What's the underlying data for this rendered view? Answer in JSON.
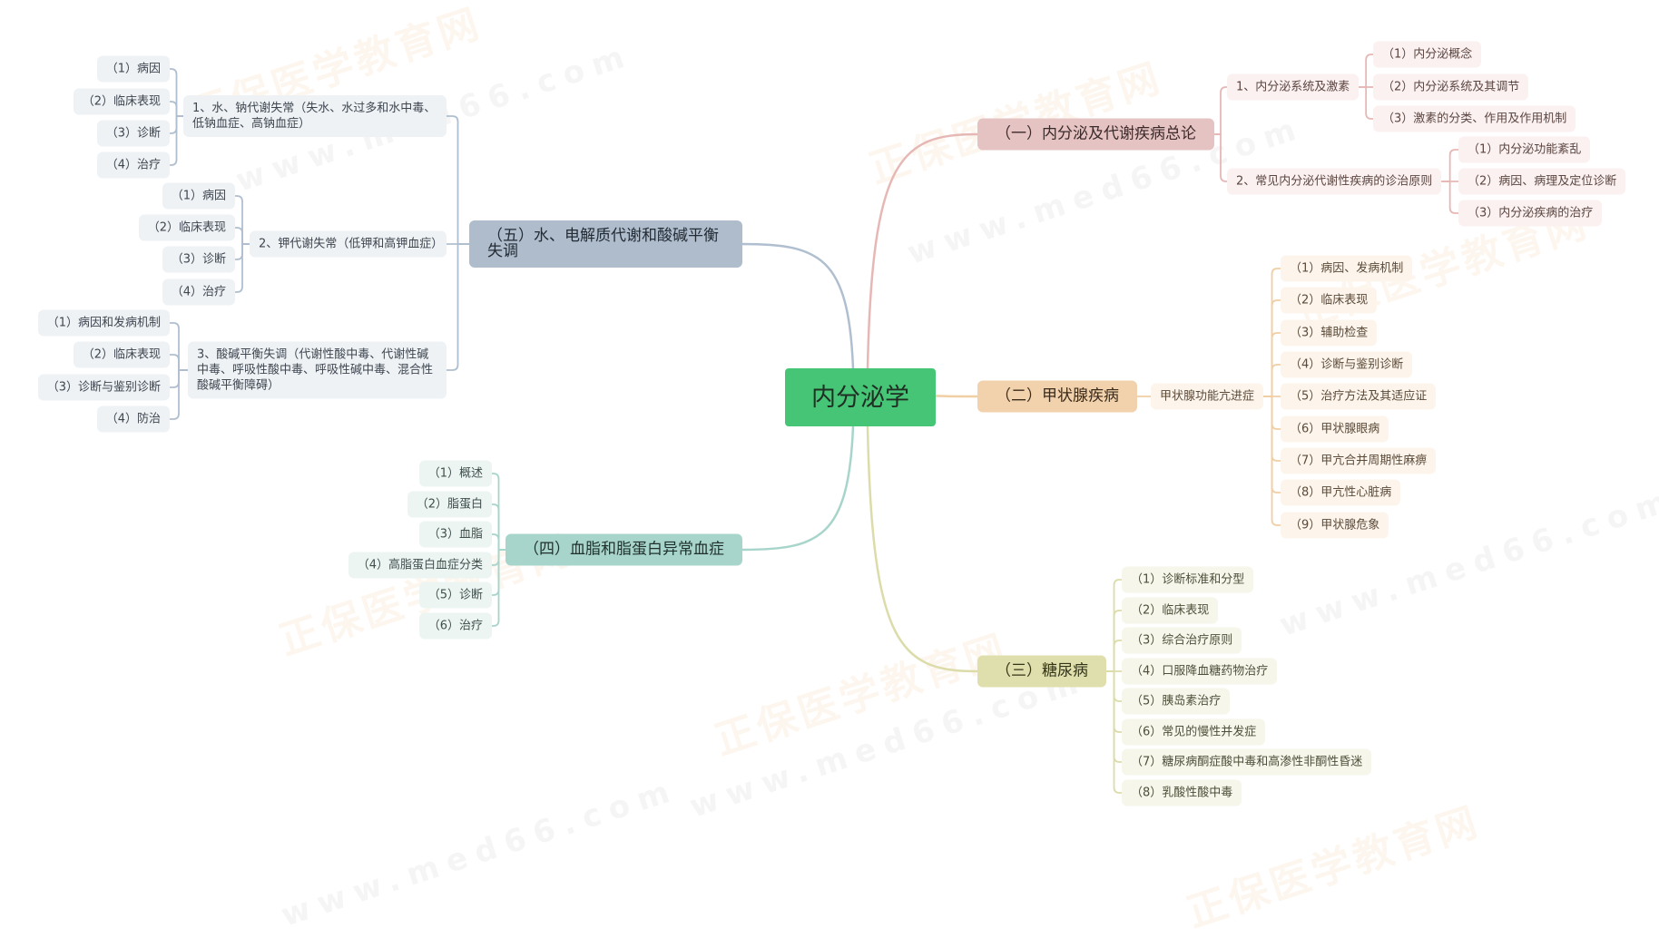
{
  "watermark": {
    "brand": "正保医学教育网",
    "url": "www.med66.com"
  },
  "root": "内分泌学",
  "b1": {
    "label": "（一）内分泌及代谢疾病总论",
    "color": "#e6c3c3",
    "s1": {
      "label": "1、内分泌系统及激素",
      "items": [
        "（1）内分泌概念",
        "（2）内分泌系统及其调节",
        "（3）激素的分类、作用及作用机制"
      ]
    },
    "s2": {
      "label": "2、常见内分泌代谢性疾病的诊治原则",
      "items": [
        "（1）内分泌功能紊乱",
        "（2）病因、病理及定位诊断",
        "（3）内分泌疾病的治疗"
      ]
    }
  },
  "b2": {
    "label": "（二）甲状腺疾病",
    "color": "#f2d2ac",
    "s1": {
      "label": "甲状腺功能亢进症",
      "items": [
        "（1）病因、发病机制",
        "（2）临床表现",
        "（3）辅助检查",
        "（4）诊断与鉴别诊断",
        "（5）治疗方法及其适应证",
        "（6）甲状腺眼病",
        "（7）甲亢合并周期性麻痹",
        "（8）甲亢性心脏病",
        "（9）甲状腺危象"
      ]
    }
  },
  "b3": {
    "label": "（三）糖尿病",
    "color": "#dfdfad",
    "items": [
      "（1）诊断标准和分型",
      "（2）临床表现",
      "（3）综合治疗原则",
      "（4）口服降血糖药物治疗",
      "（5）胰岛素治疗",
      "（6）常见的慢性并发症",
      "（7）糖尿病酮症酸中毒和高渗性非酮性昏迷",
      "（8）乳酸性酸中毒"
    ]
  },
  "b4": {
    "label": "（四）血脂和脂蛋白异常血症",
    "color": "#a8d5cb",
    "items": [
      "（1）概述",
      "（2）脂蛋白",
      "（3）血脂",
      "（4）高脂蛋白血症分类",
      "（5）诊断",
      "（6）治疗"
    ]
  },
  "b5": {
    "label": "（五）水、电解质代谢和酸碱平衡失调",
    "color": "#aebccc",
    "s1": {
      "label": "1、水、钠代谢失常（失水、水过多和水中毒、低钠血症、高钠血症）",
      "items": [
        "（1）病因",
        "（2）临床表现",
        "（3）诊断",
        "（4）治疗"
      ]
    },
    "s2": {
      "label": "2、钾代谢失常（低钾和高钾血症）",
      "items": [
        "（1）病因",
        "（2）临床表现",
        "（3）诊断",
        "（4）治疗"
      ]
    },
    "s3": {
      "label": "3、酸碱平衡失调（代谢性酸中毒、代谢性碱中毒、呼吸性酸中毒、呼吸性碱中毒、混合性酸碱平衡障碍）",
      "items": [
        "（1）病因和发病机制",
        "（2）临床表现",
        "（3）诊断与鉴别诊断",
        "（4）防治"
      ]
    }
  }
}
